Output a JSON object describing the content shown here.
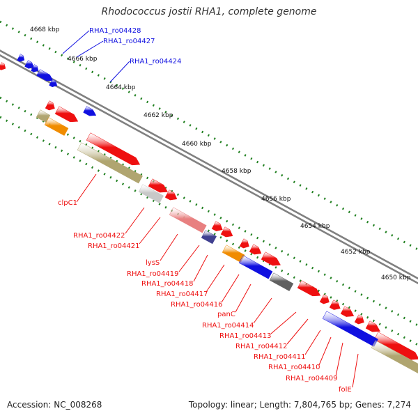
{
  "title": "Rhodococcus jostii RHA1, complete genome",
  "footer": {
    "accession": "Accession: NC_008268",
    "topology": "Topology: linear; Length: 7,804,765 bp; Genes: 7,274"
  },
  "colors": {
    "forward_gene": "#1010e0",
    "reverse_gene": "#ee1010",
    "khaki": "#b0a570",
    "orange": "#f08c00",
    "gray": "#c8c8c8",
    "dark_gray": "#606060",
    "pink": "#e88080",
    "navy": "#404090",
    "tick": "#208020",
    "backbone": "#808080"
  },
  "scale_labels": [
    "4668 kbp",
    "4666 kbp",
    "4664 kbp",
    "4662 kbp",
    "4660 kbp",
    "4658 kbp",
    "4656 kbp",
    "4654 kbp",
    "4652 kbp",
    "4650 kbp"
  ],
  "forward_labels": [
    "RHA1_ro04428",
    "RHA1_ro04427",
    "RHA1_ro04424"
  ],
  "reverse_labels": [
    "clpC1",
    "RHA1_ro04422",
    "RHA1_ro04421",
    "lysS",
    "RHA1_ro04419",
    "RHA1_ro04418",
    "RHA1_ro04417",
    "RHA1_ro04416",
    "panC",
    "RHA1_ro04414",
    "RHA1_ro04413",
    "RHA1_ro04412",
    "RHA1_ro04411",
    "RHA1_ro04410",
    "RHA1_ro04409",
    "folE"
  ]
}
